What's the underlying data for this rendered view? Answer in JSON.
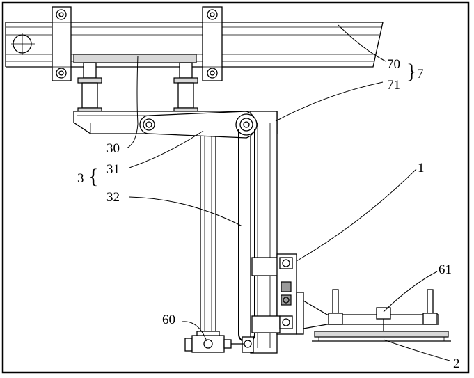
{
  "labels": {
    "l70": "70",
    "l71": "71",
    "l7": "7",
    "l30": "30",
    "l31": "31",
    "l32": "32",
    "l3": "3",
    "l1": "1",
    "l61": "61",
    "l60": "60",
    "l2": "2"
  }
}
